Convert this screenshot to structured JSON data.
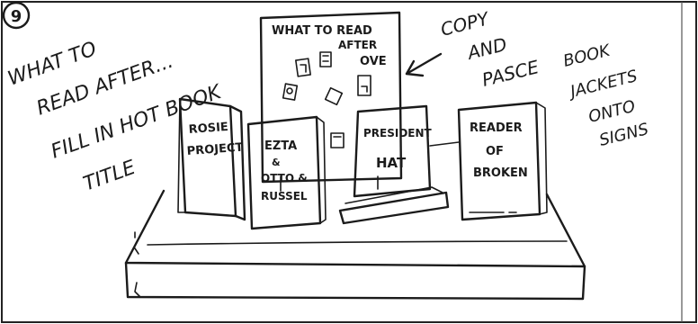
{
  "panel": {
    "number": "9"
  },
  "notes": {
    "left_lines": [
      "WHAT TO",
      "READ AFTER...",
      "FILL IN HOT BOOK",
      "TITLE"
    ],
    "right_top_lines": [
      "COPY",
      "AND",
      "PASCE"
    ],
    "right_bottom_lines": [
      "BOOK",
      "JACKETS",
      "ONTO",
      "SIGNS"
    ]
  },
  "sign": {
    "heading_lines": [
      "WHAT TO READ",
      "AFTER",
      "OVE"
    ]
  },
  "books": [
    {
      "title_lines": [
        "ROSIE",
        "PROJECT"
      ]
    },
    {
      "title_lines": [
        "EZTA",
        "&",
        "OTTO &",
        "RUSSEL"
      ]
    },
    {
      "title_lines": [
        "PRESIDENT",
        "HAT"
      ]
    },
    {
      "title_lines": [
        "READER",
        "OF",
        "BROKEN"
      ]
    }
  ]
}
